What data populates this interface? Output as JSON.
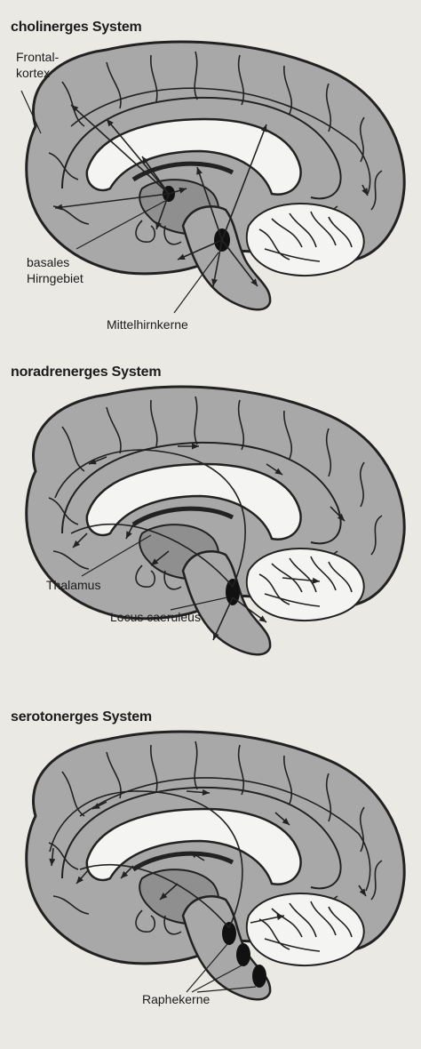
{
  "colors": {
    "background": "#ebe9e4",
    "brain_fill": "#a8a8a8",
    "brain_dark": "#8f8f8f",
    "white_matter": "#f4f4f2",
    "outline": "#222222",
    "nucleus": "#111111"
  },
  "panels": [
    {
      "title": "cholinerges System",
      "labels": {
        "frontal_line1": "Frontal-",
        "frontal_line2": "kortex",
        "basal_line1": "basales",
        "basal_line2": "Hirngebiet",
        "midbrain": "Mittelhirnkerne"
      }
    },
    {
      "title": "noradrenerges System",
      "labels": {
        "thalamus": "Thalamus",
        "locus": "Locus caeruleus"
      }
    },
    {
      "title": "serotonerges System",
      "labels": {
        "raphe": "Raphekerne"
      }
    }
  ]
}
